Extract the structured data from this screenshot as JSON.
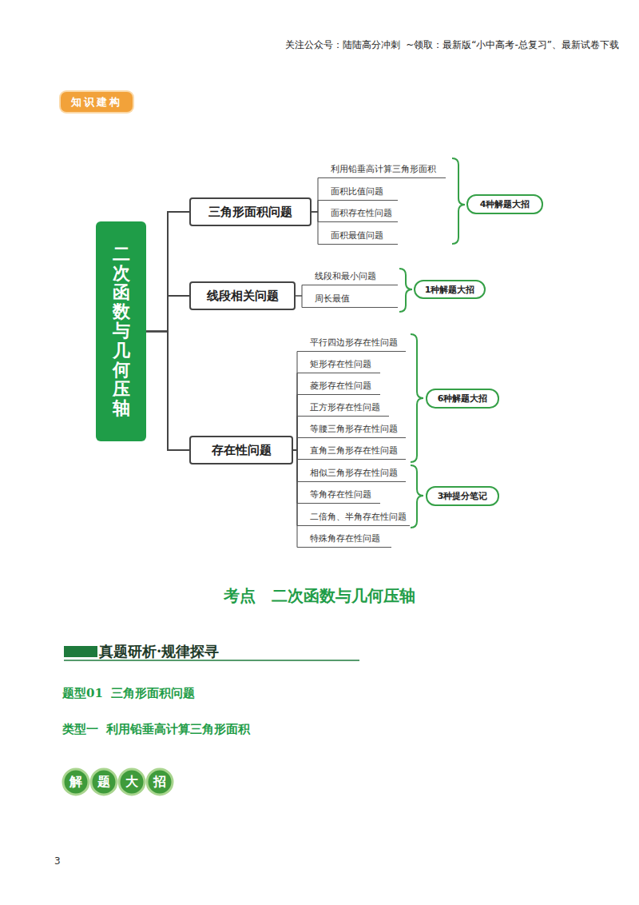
{
  "diagram": {
    "title": "考点　二次函数与几何压轴",
    "nodes": [
      {
        "text": [
          "知识建构"
        ]
      },
      {
        "text": [
          "二次函数与几何压轴"
        ]
      },
      {
        "text": [
          "三角形面积问题"
        ]
      },
      {
        "text": [
          "利用铅垂高计算三角形面积"
        ]
      },
      {
        "text": [
          "面积比值问题"
        ]
      },
      {
        "text": [
          "面积存在性问题"
        ]
      },
      {
        "text": [
          "面积最值问题"
        ]
      },
      {
        "text": [
          "4种解题大招"
        ]
      },
      {
        "text": [
          "线段相关问题"
        ]
      },
      {
        "text": [
          "线段和最小问题"
        ]
      },
      {
        "text": [
          "周长最值"
        ]
      },
      {
        "text": [
          "1种解题大招"
        ]
      },
      {
        "text": [
          "存在性问题"
        ]
      },
      {
        "text": [
          "平行四边形存在性问题"
        ]
      },
      {
        "text": [
          "矩形存在性问题"
        ]
      },
      {
        "text": [
          "菱形存在性问题"
        ]
      },
      {
        "text": [
          "正方形存在性问题"
        ]
      },
      {
        "text": [
          "等腰三角形存在性问题"
        ]
      },
      {
        "text": [
          "直角三角形存在性问题"
        ]
      },
      {
        "text": [
          "相似三角形存在性问题"
        ]
      },
      {
        "text": [
          "等角存在性问题"
        ]
      },
      {
        "text": [
          "二倍角、半角存在性问题"
        ]
      },
      {
        "text": [
          "特殊角存在性问题"
        ]
      },
      {
        "text": [
          "6种解题大招"
        ]
      },
      {
        "text": [
          "3种提分笔记"
        ]
      },
      {
        "text": [
          "解题大招"
        ]
      }
    ],
    "edges": [
      {
        "from": 1,
        "to": 2,
        "arrow": "none"
      },
      {
        "from": 1,
        "to": 8,
        "arrow": "none"
      },
      {
        "from": 1,
        "to": 12,
        "arrow": "none"
      },
      {
        "from": 2,
        "to": 3,
        "arrow": "none"
      },
      {
        "from": 2,
        "to": 4,
        "arrow": "none"
      },
      {
        "from": 2,
        "to": 5,
        "arrow": "none"
      },
      {
        "from": 2,
        "to": 6,
        "arrow": "none"
      },
      {
        "from": 8,
        "to": 9,
        "arrow": "none"
      },
      {
        "from": 8,
        "to": 10,
        "arrow": "none"
      },
      {
        "from": 12,
        "to": 13,
        "arrow": "none"
      },
      {
        "from": 12,
        "to": 14,
        "arrow": "none"
      },
      {
        "from": 12,
        "to": 15,
        "arrow": "none"
      },
      {
        "from": 12,
        "to": 16,
        "arrow": "none"
      },
      {
        "from": 12,
        "to": 17,
        "arrow": "none"
      },
      {
        "from": 12,
        "to": 18,
        "arrow": "none"
      },
      {
        "from": 12,
        "to": 19,
        "arrow": "none"
      },
      {
        "from": 12,
        "to": 20,
        "arrow": "none"
      },
      {
        "from": 12,
        "to": 21,
        "arrow": "none"
      },
      {
        "from": 12,
        "to": 22,
        "arrow": "none"
      }
    ],
    "labels": [
      "关注公众号：陆陆高分冲刺  ~领取：最新版“小中高考-总复习”、最新试卷下载",
      "真题研析·规律探寻",
      "题型01  三角形面积问题",
      "类型一  利用铅垂高计算三角形面积",
      "3"
    ]
  }
}
